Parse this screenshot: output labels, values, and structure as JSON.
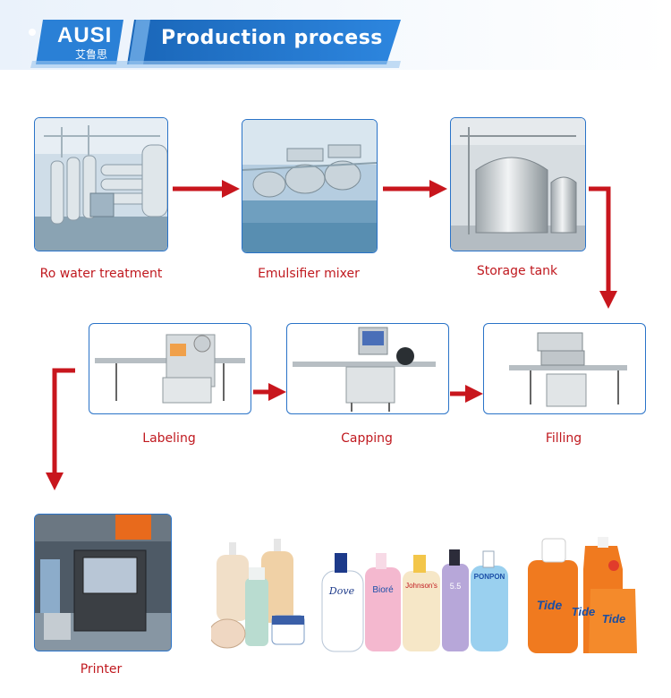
{
  "header": {
    "logo": "AUSI",
    "logo_sub": "艾鲁思",
    "title": "Production process"
  },
  "steps": [
    {
      "label": "Ro water treatment"
    },
    {
      "label": "Emulsifier mixer"
    },
    {
      "label": "Storage tank"
    },
    {
      "label": "Filling"
    },
    {
      "label": "Capping"
    },
    {
      "label": "Labeling"
    },
    {
      "label": "Printer"
    }
  ],
  "product_labels": {
    "dove": "Dove",
    "biore": "Bioré",
    "johnsons": "Johnson's",
    "ss": "5.5",
    "ponpon": "PONPON",
    "tide1": "Tide",
    "tide2": "Tide",
    "tide3": "Tide"
  },
  "colors": {
    "arrow": "#c8161d",
    "frame": "#2a73c8",
    "banner": "#1d6fc2",
    "label": "#c0191f"
  }
}
